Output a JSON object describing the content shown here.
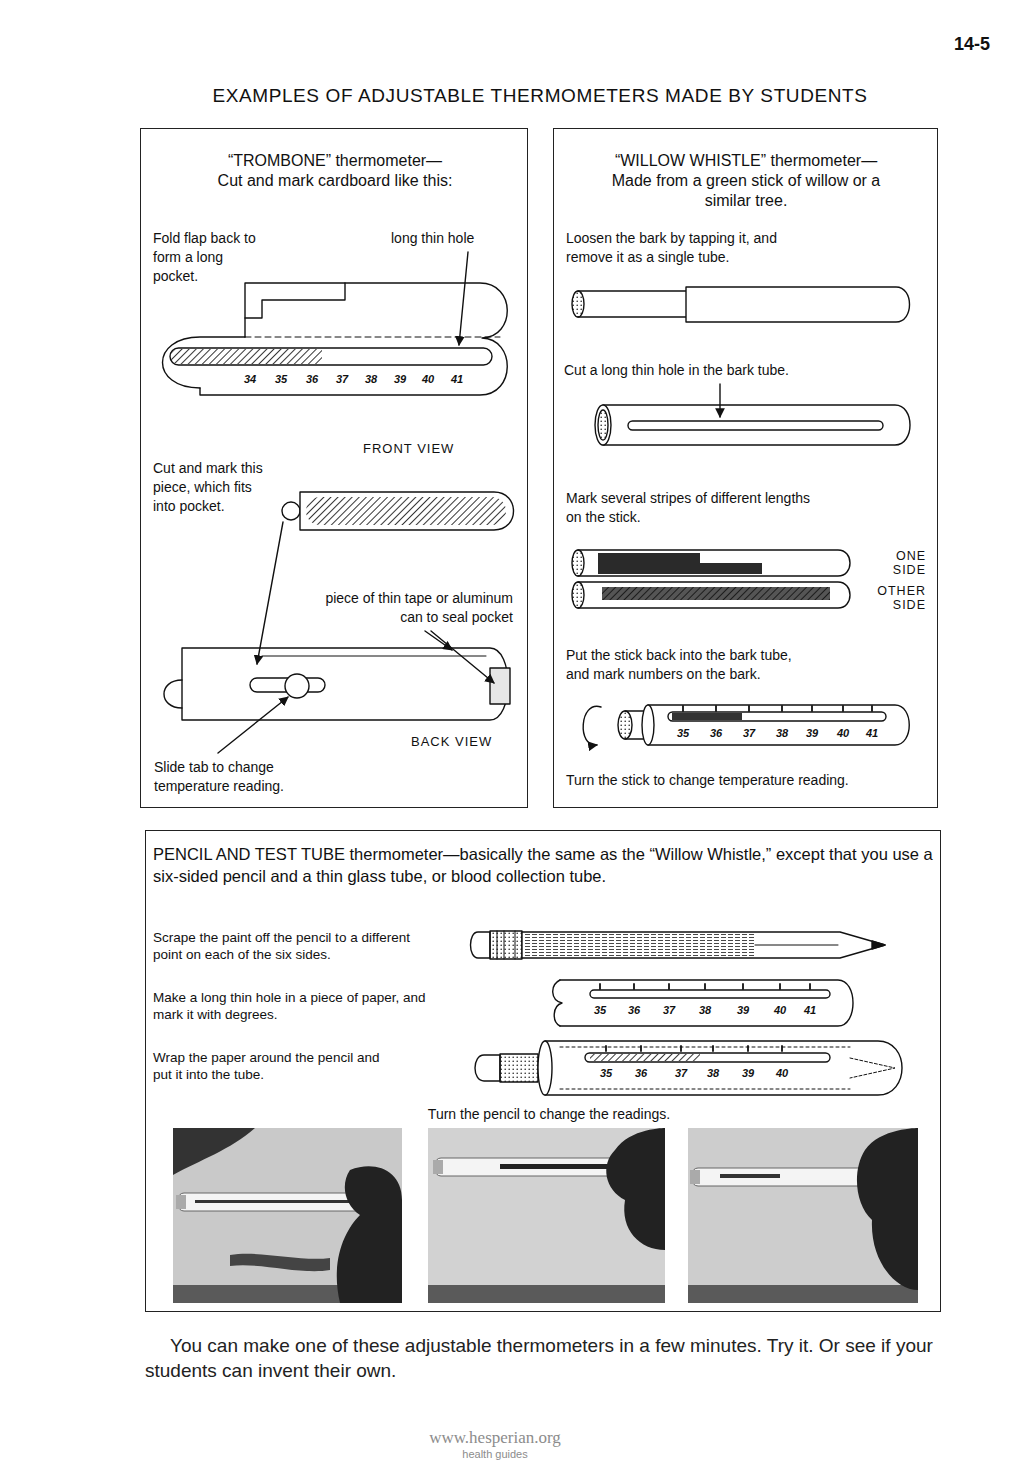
{
  "diagram": {
    "title": "EXAMPLES OF ADJUSTABLE THERMOMETERS MADE BY STUDENTS",
    "caption": "You can make one of these adjustable thermometers in a few minutes. Try it. Or see if your students can invent their own.",
    "nodes": [
      {
        "text": [
          "“TROMBONE” thermometer— Cut and mark cardboard like this:",
          "Fold flap back to form a long pocket.",
          "long thin hole",
          "FRONT VIEW",
          "Cut and mark this piece, which fits into pocket.",
          "piece of thin tape or aluminum can to seal pocket",
          "BACK VIEW",
          "Slide tab to change temperature reading."
        ]
      },
      {
        "text": [
          "“WILLOW WHISTLE” thermometer— Made from a green stick of willow or a similar tree.",
          "Loosen the bark by tapping it, and remove it as a single tube.",
          "Cut a long thin hole in the bark tube.",
          "Mark several stripes of different lengths on the stick.",
          "ONE SIDE",
          "OTHER SIDE",
          "Put the stick back into the bark tube, and mark numbers on the bark.",
          "Turn the stick to change temperature reading."
        ]
      },
      {
        "text": [
          "PENCIL AND TEST TUBE thermometer—basically the same as the “Willow Whistle,” except that you use a six-sided pencil and a thin glass tube, or blood collection tube.",
          "Scrape the paint off the pencil to a different point on each of the six sides.",
          "Make a long thin hole in a piece of paper, and mark it with degrees.",
          "Wrap the paper around the pencil and put it into the tube.",
          "Turn the pencil to change the readings."
        ]
      }
    ],
    "labels": [
      "14-5",
      "34",
      "35",
      "36",
      "37",
      "38",
      "39",
      "40",
      "41",
      "35",
      "36",
      "37",
      "38",
      "39",
      "40",
      "41",
      "35",
      "36",
      "37",
      "38",
      "39",
      "40",
      "41",
      "35",
      "36",
      "37",
      "38",
      "39",
      "40",
      "www.hesperian.org",
      "health guides"
    ]
  }
}
